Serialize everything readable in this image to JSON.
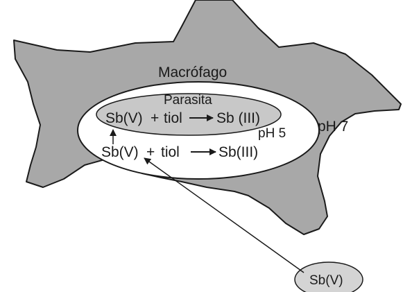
{
  "diagram": {
    "macrophage_label": "Macrófago",
    "parasite_label": "Parasita",
    "parasite_reaction": {
      "reactant": "Sb(V)",
      "plus": "+",
      "reagent": "tiol",
      "product": "Sb (III)"
    },
    "vacuole_ph": "pH 5",
    "cytoplasm_ph": "pH 7",
    "vacuole_reaction": {
      "reactant": "Sb(V)",
      "plus": "+",
      "reagent": "tiol",
      "product": "Sb(III)"
    },
    "external_drug_label": "Sb(V)"
  },
  "colors": {
    "macrophage_fill": "#a8a8a8",
    "parasite_fill": "#c8c8c8",
    "external_drug_fill": "#d4d4d4",
    "vacuole_fill": "#ffffff",
    "stroke": "#1a1a1a"
  }
}
